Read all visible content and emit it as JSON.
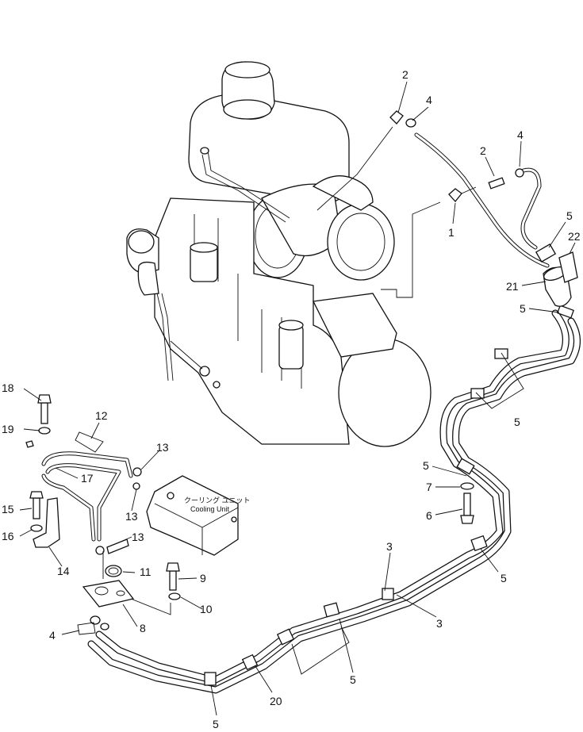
{
  "diagram": {
    "unit_label_jp": "クーリング ユニット",
    "unit_label_en": "Cooling Unit",
    "callouts": {
      "c1": "1",
      "c2": "2",
      "c3": "3",
      "c4": "4",
      "c5": "5",
      "c6": "6",
      "c7": "7",
      "c8": "8",
      "c9": "9",
      "c10": "10",
      "c11": "11",
      "c12": "12",
      "c13": "13",
      "c14": "14",
      "c15": "15",
      "c16": "16",
      "c17": "17",
      "c18": "18",
      "c19": "19",
      "c20": "20",
      "c21": "21",
      "c22": "22"
    }
  }
}
